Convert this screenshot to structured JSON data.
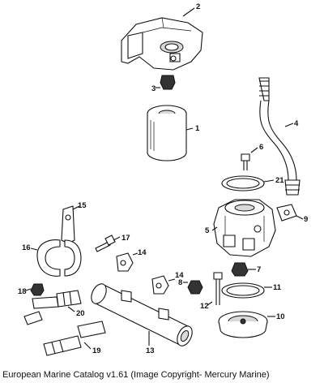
{
  "caption": "European Marine Catalog v1.61 (Image Copyright- Mercury Marine)",
  "callouts": {
    "c1": "1",
    "c2": "2",
    "c3": "3",
    "c4": "4",
    "c5": "5",
    "c6": "6",
    "c7": "7",
    "c8": "8",
    "c9": "9",
    "c10": "10",
    "c11": "11",
    "c12": "12",
    "c13": "13",
    "c14a": "14",
    "c14b": "14",
    "c15": "15",
    "c16": "16",
    "c17": "17",
    "c18": "18",
    "c19": "19",
    "c20": "20",
    "c21": "21"
  }
}
